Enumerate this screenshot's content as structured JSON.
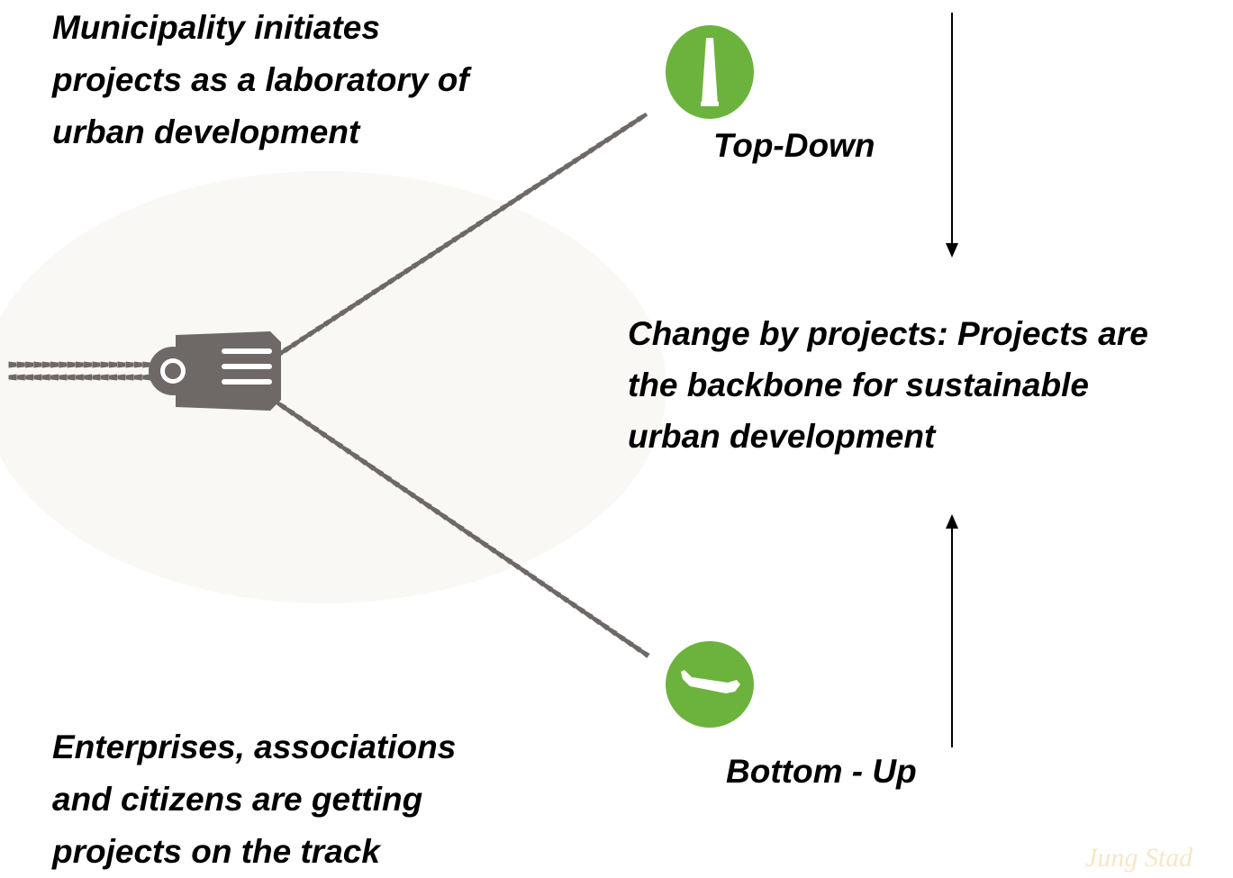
{
  "texts": {
    "top_left": "Municipality initiates\nprojects as a laboratory of\nurban development",
    "top_down": "Top-Down",
    "center": "Change by projects: Projects are\nthe backbone for sustainable\nurban development",
    "bottom_left": "Enterprises, associations\nand citizens are getting\nprojects on the track",
    "bottom_up": "Bottom - Up",
    "watermark": "Jung Stad"
  },
  "icons": {
    "top": "tower-icon",
    "bottom": "airplane-icon"
  },
  "colors": {
    "background": "#ffffff",
    "text": "#000000",
    "zipper": "#6e6866",
    "icon_fill": "#6cb33e",
    "watermark": "#f6e7c8",
    "arrow": "#000000"
  }
}
